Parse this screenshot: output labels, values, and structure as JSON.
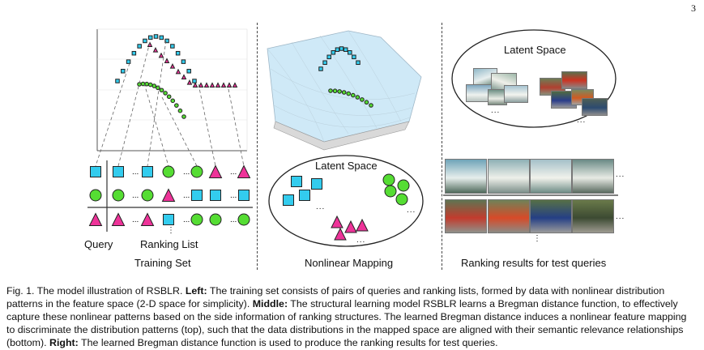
{
  "page_number": "3",
  "left_panel": {
    "query_label": "Query",
    "ranking_label": "Ranking List",
    "title": "Training Set",
    "row_ellipsis": "...",
    "vertical_ellipsis": "⋮"
  },
  "middle_panel": {
    "latent_space_label": "Latent Space",
    "title": "Nonlinear Mapping",
    "ellipsis": "..."
  },
  "right_panel": {
    "latent_space_label": "Latent Space",
    "title": "Ranking results for test queries",
    "ellipsis": "...",
    "vertical_ellipsis": "⋮"
  },
  "caption": {
    "prefix": "Fig. 1. The model illustration of RSBLR. ",
    "left_head": "Left:",
    "left_text": " The training set consists of pairs of queries and ranking lists, formed by data with nonlinear distribution patterns in the feature space (2-D space for simplicity). ",
    "middle_head": "Middle:",
    "middle_text": " The structural learning model RSBLR learns a Bregman distance function, to effectively capture these nonlinear patterns based on the side information of ranking structures. The learned Bregman distance induces a nonlinear feature mapping to discriminate the distribution patterns (top), such that the data distributions in the mapped space are aligned with their semantic relevance relationships (bottom). ",
    "right_head": "Right:",
    "right_text": " The learned Bregman distance function is used to produce the ranking results for test queries."
  },
  "colors": {
    "cyan": "#33ccee",
    "green": "#55dd33",
    "magenta": "#ee3399",
    "plot_axis": "#555555",
    "grid": "#cccccc",
    "surface": "#bfe3f5"
  }
}
